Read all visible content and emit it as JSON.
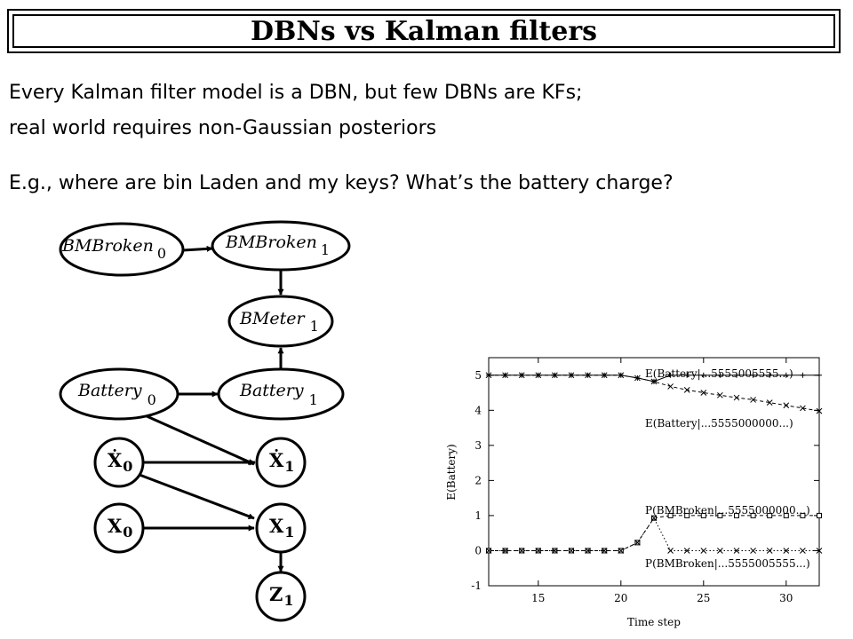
{
  "title": "DBNs vs Kalman filters",
  "lines": [
    "Every Kalman filter model is a DBN, but few DBNs are KFs;",
    "real world requires non-Gaussian posteriors",
    "E.g., where are bin Laden and my keys? What’s the battery charge?"
  ],
  "diagram": {
    "nodes": [
      {
        "id": "bmbroken0",
        "label": "BMBroken",
        "sub": "0"
      },
      {
        "id": "bmbroken1",
        "label": "BMBroken",
        "sub": "1"
      },
      {
        "id": "bmeter1",
        "label": "BMeter",
        "sub": "1"
      },
      {
        "id": "battery0",
        "label": "Battery",
        "sub": "0"
      },
      {
        "id": "battery1",
        "label": "Battery",
        "sub": "1"
      },
      {
        "id": "xdot0",
        "label": "Ẋ",
        "sub": "0"
      },
      {
        "id": "xdot1",
        "label": "Ẋ",
        "sub": "1"
      },
      {
        "id": "x0",
        "label": "X",
        "sub": "0"
      },
      {
        "id": "x1",
        "label": "X",
        "sub": "1"
      },
      {
        "id": "z1",
        "label": "Z",
        "sub": "1"
      }
    ]
  },
  "chart_data": {
    "type": "line",
    "xlabel": "Time step",
    "ylabel": "E(Battery)",
    "xlim": [
      12,
      32
    ],
    "ylim": [
      -1,
      5.5
    ],
    "xticks": [
      15,
      20,
      25,
      30
    ],
    "yticks": [
      -1,
      0,
      1,
      2,
      3,
      4,
      5
    ],
    "x": [
      12,
      13,
      14,
      15,
      16,
      17,
      18,
      19,
      20,
      21,
      22,
      23,
      24,
      25,
      26,
      27,
      28,
      29,
      30,
      31,
      32
    ],
    "series": [
      {
        "name": "E(Battery|...5555005555...)",
        "marker": "plus",
        "dash": "solid",
        "values": [
          5,
          5,
          5,
          5,
          5,
          5,
          5,
          5,
          5,
          4.92,
          4.82,
          5,
          5,
          5,
          5,
          5,
          5,
          5,
          5,
          5,
          5
        ]
      },
      {
        "name": "E(Battery|...5555000000...)",
        "marker": "x",
        "dash": "dashed",
        "values": [
          5,
          5,
          5,
          5,
          5,
          5,
          5,
          5,
          5,
          4.92,
          4.82,
          4.68,
          4.58,
          4.5,
          4.43,
          4.36,
          4.3,
          4.22,
          4.14,
          4.06,
          3.98
        ]
      },
      {
        "name": "P(BMBroken|...5555000000...)",
        "marker": "square",
        "dash": "dashed",
        "values": [
          0,
          0,
          0,
          0,
          0,
          0,
          0,
          0,
          0,
          0.23,
          0.93,
          1,
          1,
          1,
          1,
          1,
          1,
          1,
          1,
          1,
          1
        ]
      },
      {
        "name": "P(BMBroken|...5555005555...)",
        "marker": "x",
        "dash": "dotted",
        "values": [
          0,
          0,
          0,
          0,
          0,
          0,
          0,
          0,
          0,
          0.23,
          0.93,
          0,
          0,
          0,
          0,
          0,
          0,
          0,
          0,
          0,
          0
        ]
      }
    ]
  }
}
